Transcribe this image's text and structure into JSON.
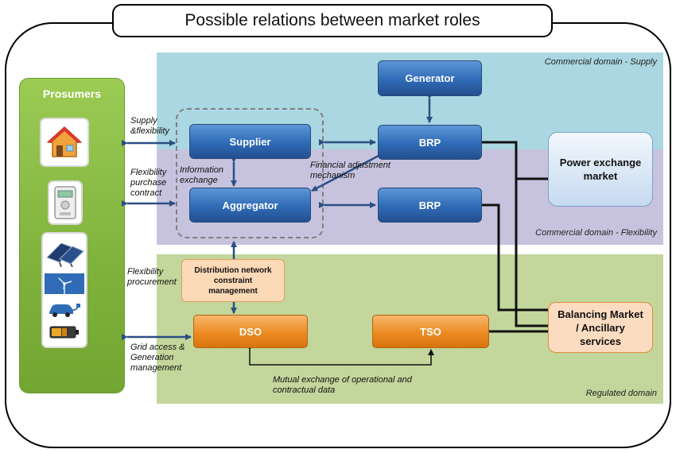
{
  "title": "Possible relations between market roles",
  "domains": {
    "supply": "Commercial domain  - Supply",
    "flexibility": "Commercial domain - Flexibility",
    "regulated": "Regulated domain"
  },
  "prosumers": {
    "title": "Prosumers",
    "icons": [
      "house-icon",
      "smart-meter-icon",
      "solar-panel-icon",
      "wind-turbine-icon",
      "electric-car-icon",
      "battery-icon"
    ]
  },
  "boxes": {
    "generator": "Generator",
    "supplier": "Supplier",
    "aggregator": "Aggregator",
    "brp_supply": "BRP",
    "brp_flex": "BRP",
    "power_exchange": "Power exchange market",
    "dnc": "Distribution  network constraint management",
    "dso": "DSO",
    "tso": "TSO",
    "balancing": "Balancing Market / Ancillary services"
  },
  "notes": {
    "supply_flexibility": "Supply &flexibility",
    "flexibility_purchase": "Flexibility purchase contract",
    "information_exchange": "Information exchange",
    "financial_adjustment": "Financial adjustment mechanism",
    "flexibility_procurement": "Flexibility procurement",
    "grid_access": "Grid access & Generation management",
    "mutual_exchange": "Mutual exchange of operational and contractual data"
  }
}
